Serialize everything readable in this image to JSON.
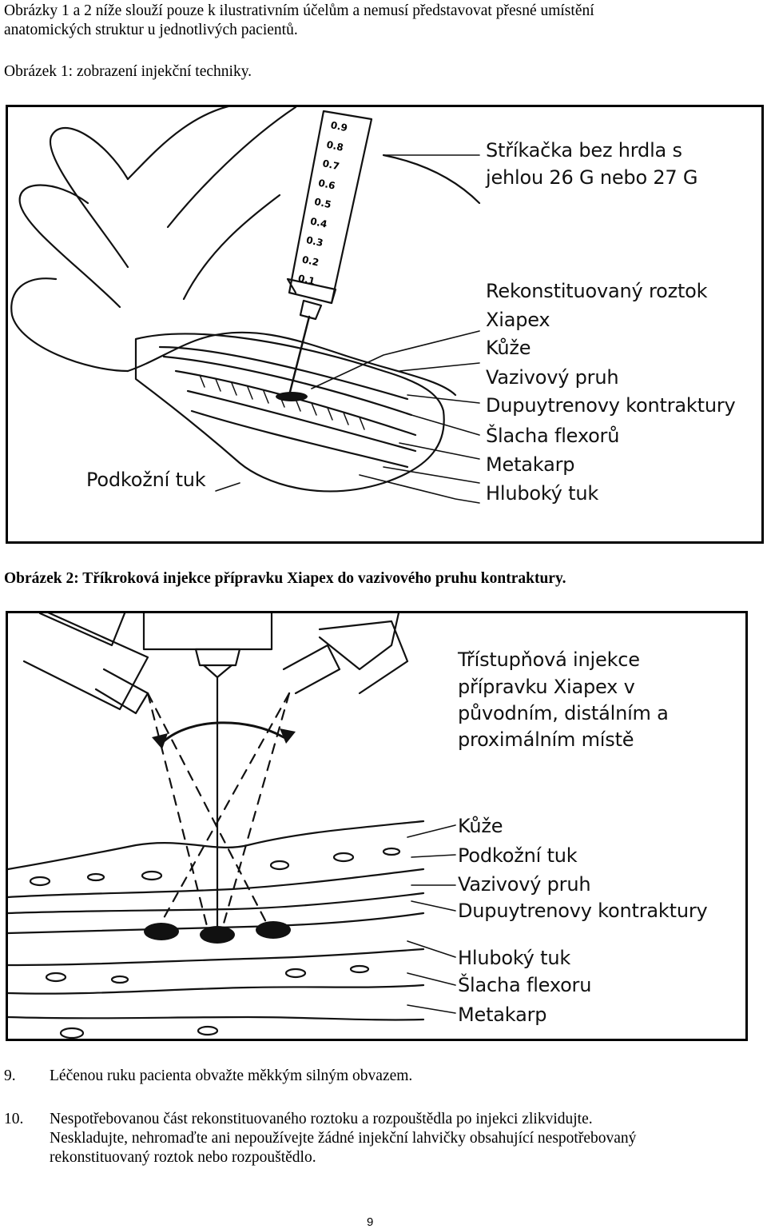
{
  "intro": {
    "line1": "Obrázky 1 a 2 níže slouží pouze k ilustrativním účelům a nemusí představovat přesné umístění",
    "line2": "anatomických struktur u jednotlivých pacientů."
  },
  "figure1": {
    "caption": "Obrázek 1: zobrazení injekční techniky.",
    "syringe_marks": [
      "0.9",
      "0.8",
      "0.7",
      "0.6",
      "0.5",
      "0.4",
      "0.3",
      "0.2",
      "0.1"
    ],
    "labels": {
      "syringe_line1": "Stříkačka bez hrdla s",
      "syringe_line2": "jehlou 26 G nebo 27 G",
      "reconstituted": "Rekonstituovaný roztok",
      "xiapex": "Xiapex",
      "skin": "Kůže",
      "cord": "Vazivový pruh",
      "dupuytren": "Dupuytrenovy kontraktury",
      "tendon": "Šlacha flexorů",
      "metacarpal": "Metakarp",
      "deep_fat": "Hluboký tuk",
      "subcutaneous": "Podkožní tuk"
    }
  },
  "figure2": {
    "caption": "Obrázek 2: Tříkroková injekce přípravku Xiapex do vazivového pruhu kontraktury.",
    "labels": {
      "title1": "Třístupňová injekce",
      "title2": "přípravku Xiapex v",
      "title3": "původním, distálním a",
      "title4": "proximálním místě",
      "skin": "Kůže",
      "subcutaneous": "Podkožní tuk",
      "cord": "Vazivový pruh",
      "dupuytren": "Dupuytrenovy kontraktury",
      "deep_fat": "Hluboký tuk",
      "tendon": "Šlacha flexoru",
      "metacarpal": "Metakarp"
    }
  },
  "steps": [
    {
      "num": "9.",
      "lines": [
        "Léčenou ruku pacienta obvažte měkkým silným obvazem."
      ]
    },
    {
      "num": "10.",
      "lines": [
        "Nespotřebovanou část rekonstituovaného roztoku a rozpouštědla po injekci zlikvidujte.",
        "Neskladujte, nehromaďte ani nepoužívejte žádné injekční lahvičky obsahující nespotřebovaný",
        "rekonstituovaný roztok nebo rozpouštědlo."
      ]
    }
  ],
  "page_number": "9"
}
